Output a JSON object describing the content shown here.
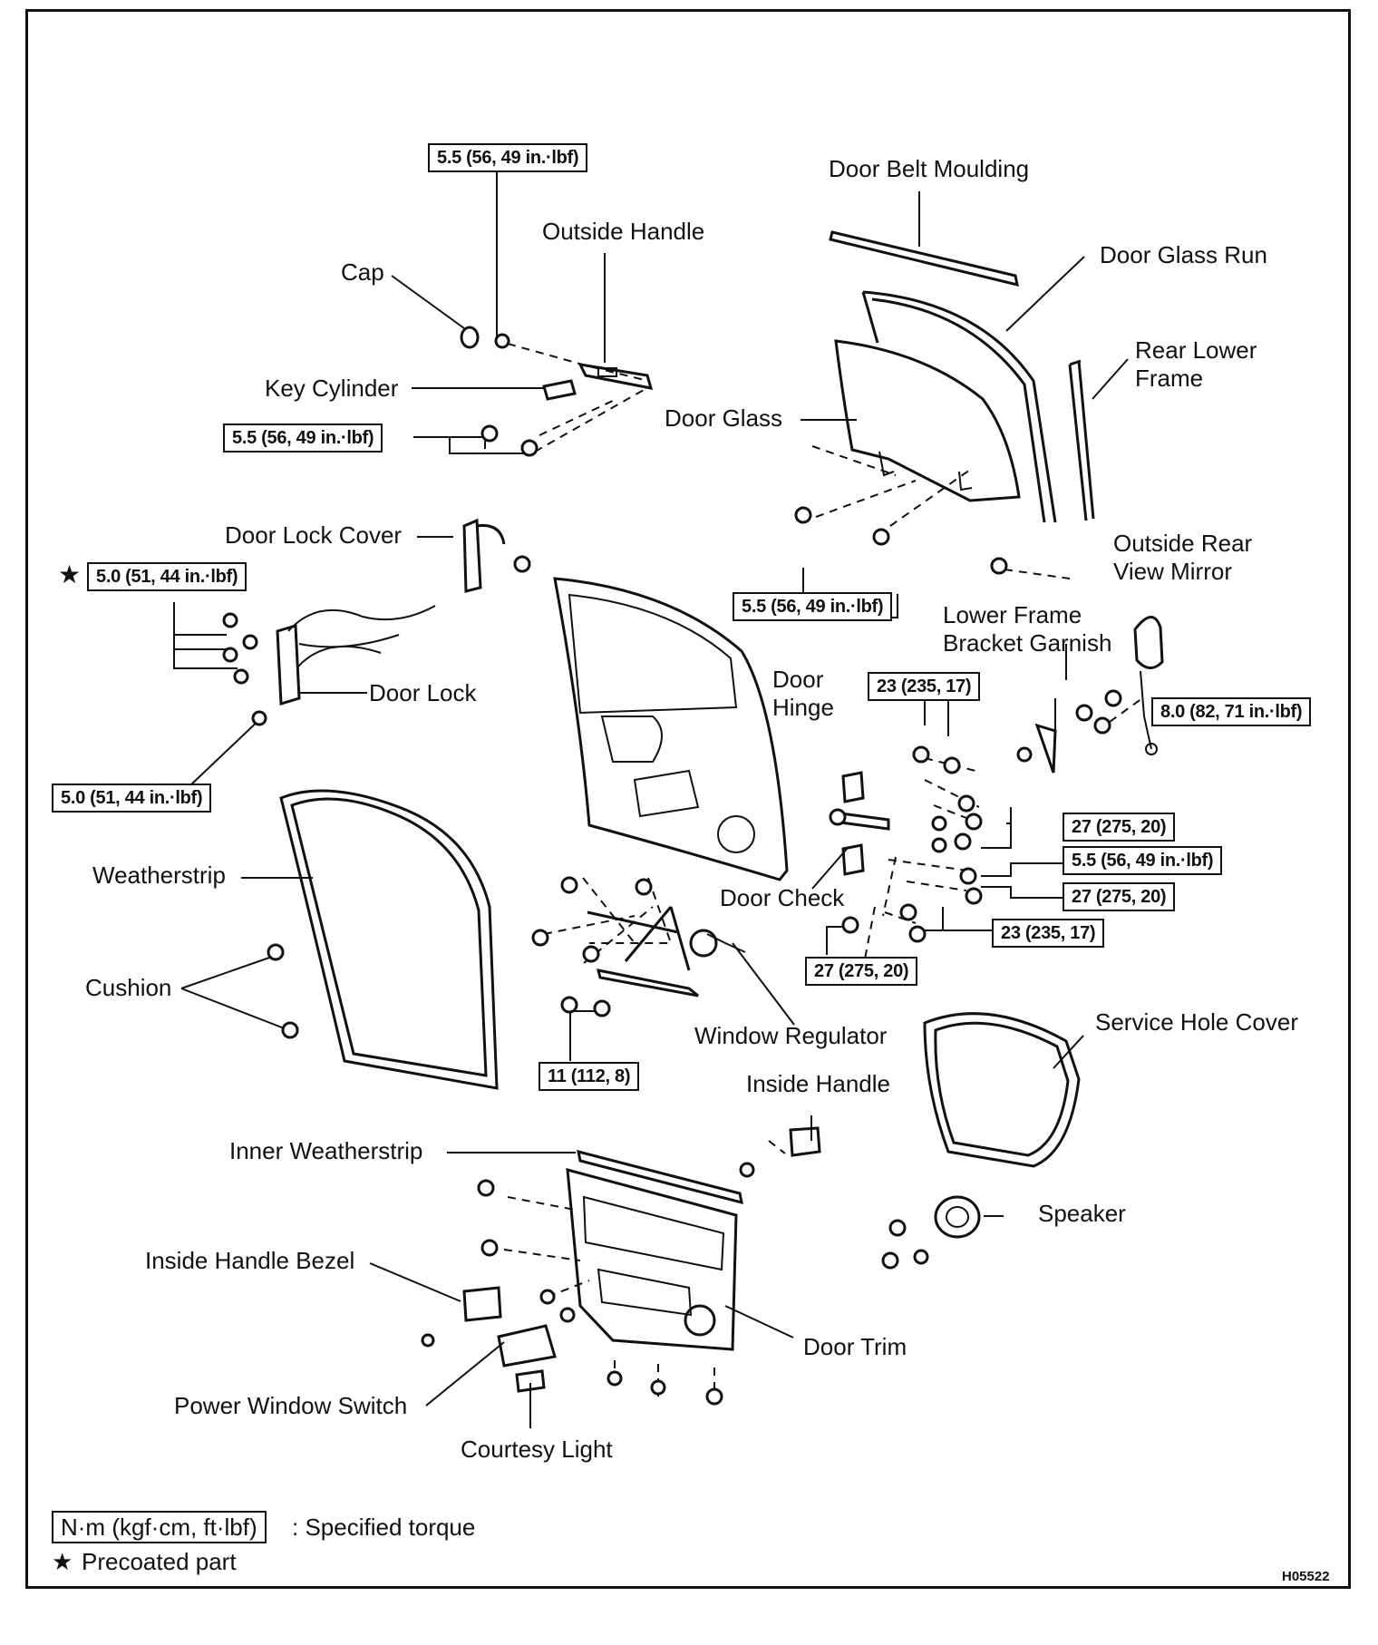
{
  "labels": {
    "cap": "Cap",
    "outside_handle": "Outside Handle",
    "key_cylinder": "Key Cylinder",
    "door_belt_moulding": "Door Belt Moulding",
    "door_glass_run": "Door Glass Run",
    "rear_lower_frame_1": "Rear Lower",
    "rear_lower_frame_2": "Frame",
    "door_glass": "Door Glass",
    "door_lock_cover": "Door Lock Cover",
    "door_lock": "Door Lock",
    "outside_rear_view_mirror_1": "Outside Rear",
    "outside_rear_view_mirror_2": "View Mirror",
    "lower_frame_bracket_garnish_1": "Lower Frame",
    "lower_frame_bracket_garnish_2": "Bracket Garnish",
    "door_hinge_1": "Door",
    "door_hinge_2": "Hinge",
    "weatherstrip": "Weatherstrip",
    "door_check": "Door Check",
    "cushion": "Cushion",
    "window_regulator": "Window Regulator",
    "service_hole_cover": "Service Hole Cover",
    "inside_handle": "Inside Handle",
    "inner_weatherstrip": "Inner Weatherstrip",
    "speaker": "Speaker",
    "inside_handle_bezel": "Inside Handle Bezel",
    "door_trim": "Door Trim",
    "power_window_switch": "Power Window Switch",
    "courtesy_light": "Courtesy Light"
  },
  "torques": {
    "outside_handle_top": "5.5 (56, 49 in.·lbf)",
    "key_cylinder": "5.5 (56, 49 in.·lbf)",
    "door_lock_top": "5.0 (51, 44 in.·lbf)",
    "door_lock_bottom": "5.0 (51, 44 in.·lbf)",
    "door_glass": "5.5 (56, 49 in.·lbf)",
    "hinge_top": "23 (235, 17)",
    "mirror": "8.0 (82, 71 in.·lbf)",
    "hinge_body_upper": "27 (275, 20)",
    "door_check": "5.5 (56, 49 in.·lbf)",
    "hinge_body_lower": "27 (275, 20)",
    "hinge_door_lower": "23 (235, 17)",
    "hinge_bottom": "27 (275, 20)",
    "window_regulator": "11 (112, 8)"
  },
  "legend": {
    "unit_box": "N·m (kgf·cm, ft·lbf)",
    "unit_desc": ": Specified torque",
    "star_symbol": "★",
    "star_desc": "Precoated part"
  },
  "figure_code": "H05522"
}
